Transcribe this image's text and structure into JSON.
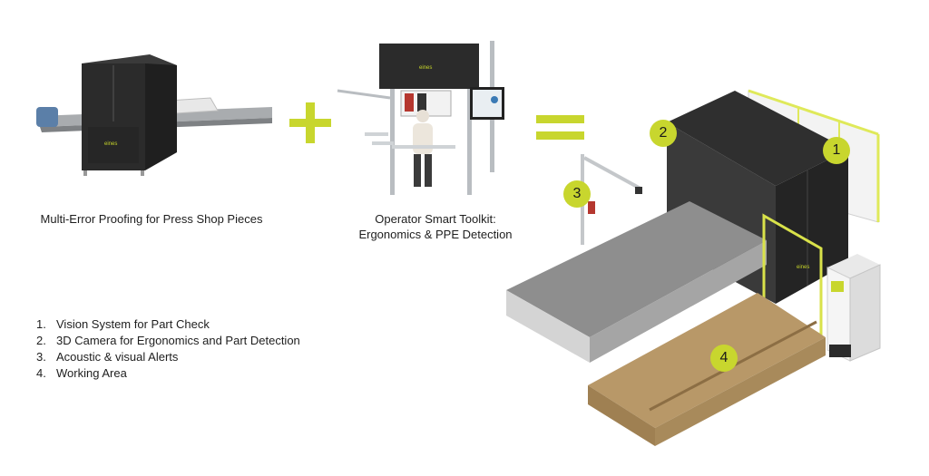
{
  "captions": {
    "left": "Multi-Error Proofing for Press Shop Pieces",
    "middle_line1": "Operator Smart Toolkit:",
    "middle_line2": "Ergonomics & PPE Detection"
  },
  "legend": [
    {
      "number": "1.",
      "label": "Vision System for Part Check"
    },
    {
      "number": "2.",
      "label": "3D Camera for Ergonomics and Part Detection"
    },
    {
      "number": "3.",
      "label": "Acoustic & visual Alerts"
    },
    {
      "number": "4.",
      "label": "Working Area"
    }
  ],
  "badges": [
    "1",
    "2",
    "3",
    "4"
  ],
  "brand_text": "eines",
  "operators": {
    "plus": "plus-sign",
    "equals": "equals-sign"
  },
  "colors": {
    "accent": "#c8d62e",
    "dark_cabinet": "#2b2b2b",
    "table_grey": "#8a8a8a",
    "wood": "#b89868"
  }
}
